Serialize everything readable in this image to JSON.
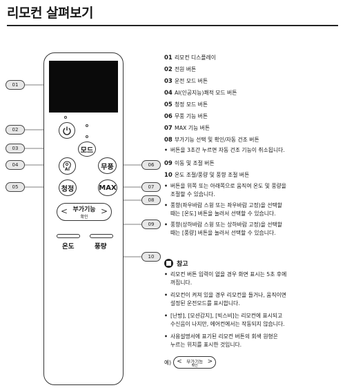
{
  "title": "리모컨 살펴보기",
  "remote": {
    "mode": "모드",
    "ai_label": "AI",
    "windless": "무풍",
    "clean": "청정",
    "max": "MAX",
    "nav_label": "부가기능",
    "nav_sub": "확인",
    "nav_left": "<",
    "nav_right": ">",
    "temp": "온도",
    "fan": "풍량"
  },
  "callouts": [
    "01",
    "02",
    "03",
    "04",
    "05",
    "06",
    "07",
    "08",
    "09",
    "10"
  ],
  "legend": [
    {
      "num": "01",
      "text": "리모컨 디스플레이"
    },
    {
      "num": "02",
      "text": "전원 버튼"
    },
    {
      "num": "03",
      "text": "운전 모드 버튼"
    },
    {
      "num": "04",
      "text": "AI(인공지능)쾌적 모드 버튼"
    },
    {
      "num": "05",
      "text": "청정 모드 버튼"
    },
    {
      "num": "06",
      "text": "무풍 기능 버튼"
    },
    {
      "num": "07",
      "text": "MAX 기능 버튼"
    },
    {
      "num": "08",
      "text": "부가기능 선택 및 확인/자동 건조 버튼"
    },
    {
      "num": "09",
      "text": "이동 및 조절 버튼"
    },
    {
      "num": "10",
      "text": "온도 조절/풍량 및 풍향 조절 버튼"
    }
  ],
  "bullets": {
    "b08": "버튼을 3초간 누르면 자동 건조 기능이 취소됩니다.",
    "b10a_1": "버튼을 위쪽 또는 아래쪽으로 움직여 온도 및 풍량을",
    "b10a_2": "조절할 수 있습니다.",
    "b10b_1": "풍향(좌우바람 스윙 또는 좌우바람 고정)을 선택할",
    "b10b_2": "때는 [온도] 버튼을 눌러서 선택할 수 있습니다.",
    "b10c_1": "풍향(상하바람 스윙 또는 상하바람 고정)을 선택할",
    "b10c_2": "때는 [풍량] 버튼을 눌러서 선택할 수 있습니다."
  },
  "note": {
    "heading": "참고",
    "n1_1": "리모컨 버튼 입력이 없을 경우 화면 표시는 5초 후에",
    "n1_2": "꺼집니다.",
    "n2_1": "리모컨이 켜져 있을 경우 리모컨을 들거나, 움직이면",
    "n2_2": "설정된 운전모드를 표시합니다.",
    "n3_1": "[난방], [모션감지], [빅스비]는 리모컨에 표시되고",
    "n3_2": "수신음이 나지만, 에어컨에서는 작동되지 않습니다.",
    "n4_1": "사용설명서에 표기된 리모컨 버튼의 회색 원형은",
    "n4_2": "누르는 위치를 표시한 것입니다.",
    "example_prefix": "예)",
    "example_label": "부가기능",
    "example_sub": "확인",
    "example_left": "<",
    "example_right": ">"
  }
}
